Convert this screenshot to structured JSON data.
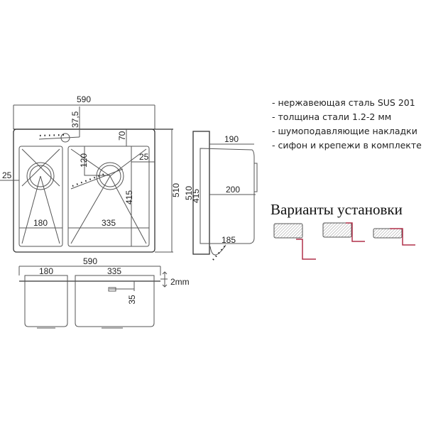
{
  "features": [
    "- нержавеющая сталь SUS 201",
    "- толщина стали 1.2-2 мм",
    "- шумоподавляющие накладки",
    "- сифон и крепежи в комплекте"
  ],
  "install_title": "Варианты установки",
  "accent_color": "#b0304a",
  "top_view": {
    "width": "590",
    "depth": "510",
    "offset_tap": "37,5",
    "offset_rear": "70",
    "drain_offset": "120",
    "side_right": "25",
    "side_left": "25",
    "bowl_small": "180",
    "bowl_large": "335",
    "bowl_length": "415"
  },
  "side_view": {
    "total": "510",
    "bowl_length": "415",
    "depth_top": "190",
    "depth_mid": "200",
    "depth_bottom": "185"
  },
  "front_view": {
    "width": "590",
    "bowl_small": "180",
    "bowl_large": "335",
    "overflow": "35",
    "thickness": "2mm"
  }
}
